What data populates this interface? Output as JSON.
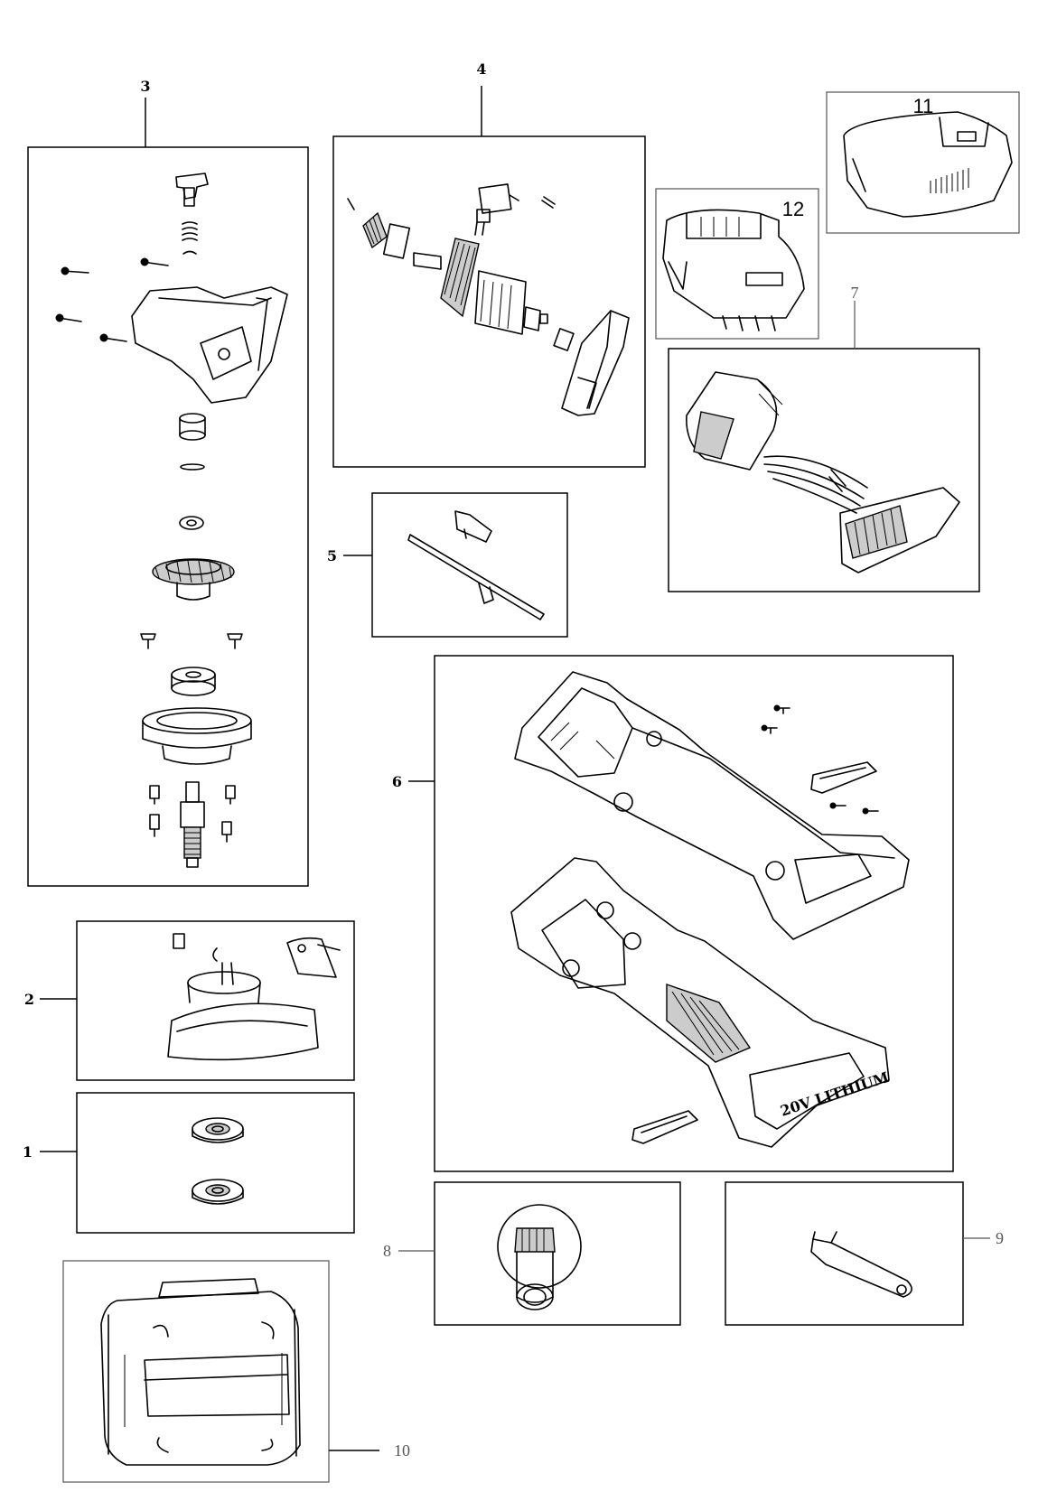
{
  "callouts": {
    "c1": "1",
    "c2": "2",
    "c3": "3",
    "c4": "4",
    "c5": "5",
    "c6": "6",
    "c7": "7",
    "c8": "8",
    "c9": "9",
    "c10": "10",
    "c11": "11",
    "c12": "12"
  },
  "battery_label": "20V LITHIUM"
}
